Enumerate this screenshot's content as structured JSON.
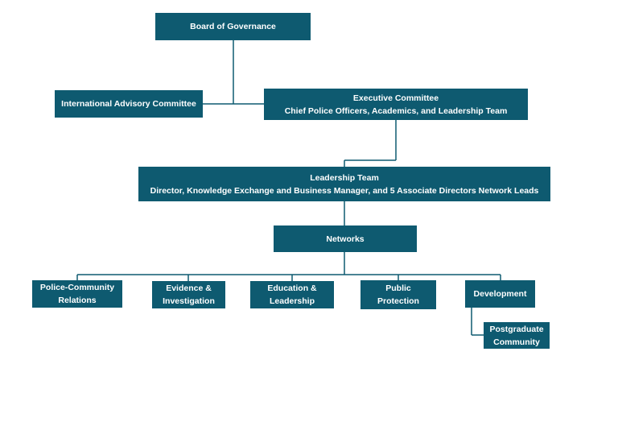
{
  "colors": {
    "box_fill": "#0e5a70",
    "box_text": "#ffffff",
    "connector": "#0e5a70",
    "background": "#ffffff"
  },
  "org_chart": {
    "board": {
      "label": "Board of Governance"
    },
    "advisory": {
      "label": "International Advisory Committee"
    },
    "executive": {
      "title": "Executive Committee",
      "subtitle": "Chief Police Officers, Academics, and Leadership Team"
    },
    "leadership": {
      "title": "Leadership Team",
      "subtitle": "Director, Knowledge Exchange and Business Manager, and 5 Associate Directors Network Leads"
    },
    "networks": {
      "label": "Networks"
    },
    "network_items": {
      "police_community": [
        "Police-Community",
        "Relations"
      ],
      "evidence": [
        "Evidence &",
        "Investigation"
      ],
      "education": [
        "Education &",
        "Leadership"
      ],
      "public_protection": [
        "Public",
        "Protection"
      ],
      "development": [
        "Development"
      ]
    },
    "postgraduate": [
      "Postgraduate",
      "Community"
    ]
  }
}
